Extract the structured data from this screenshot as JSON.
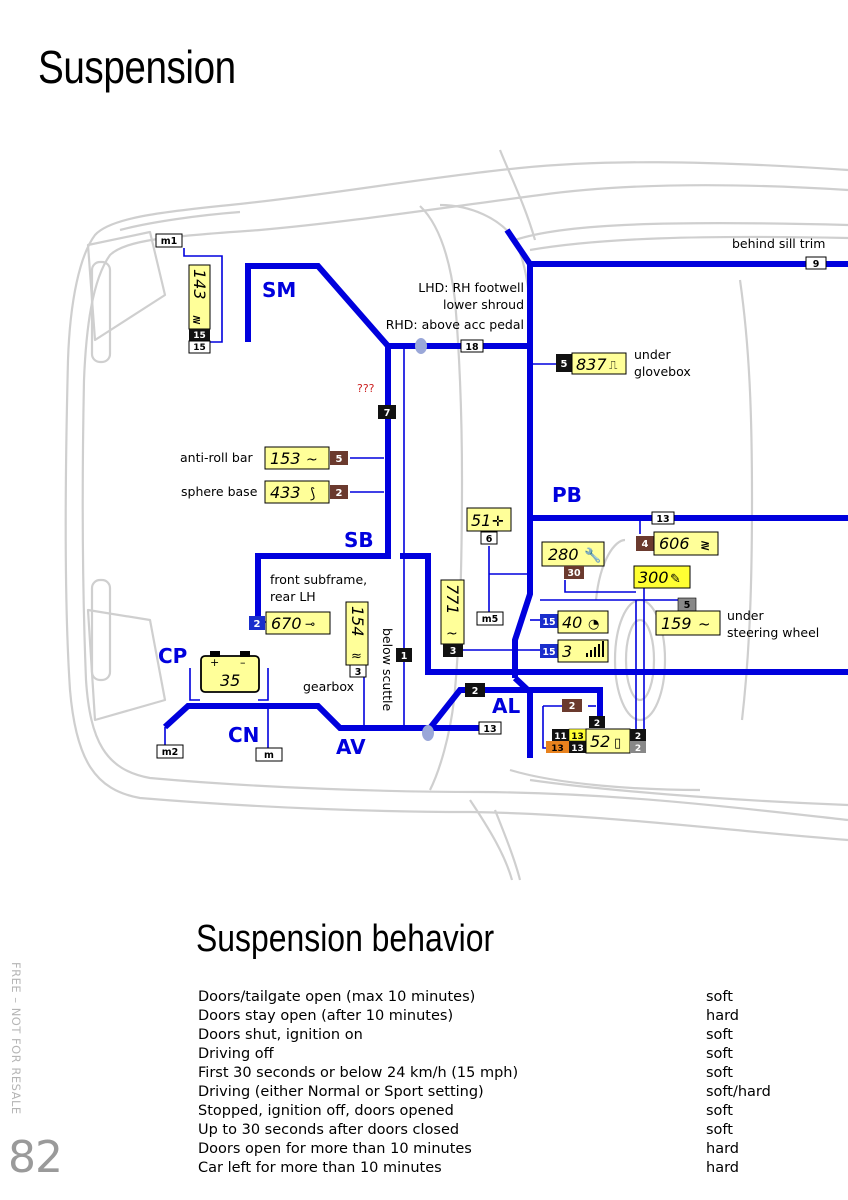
{
  "page": {
    "title": "Suspension",
    "section_title": "Suspension behavior",
    "side_text": "FREE – NOT FOR RESALE",
    "page_number": "82"
  },
  "diagram": {
    "labels": {
      "sm": "SM",
      "sb": "SB",
      "pb": "PB",
      "cp": "CP",
      "cn": "CN",
      "av": "AV",
      "al": "AL",
      "behind_sill": "behind sill trim",
      "lhd_1": "LHD: RH footwell",
      "lhd_2": "lower shroud",
      "rhd": "RHD: above acc pedal",
      "under_glovebox_1": "under",
      "under_glovebox_2": "glovebox",
      "qqq": "???",
      "anti_roll": "anti-roll bar",
      "sphere_base": "sphere base",
      "front_subframe_1": "front subframe,",
      "front_subframe_2": "rear LH",
      "gearbox": "gearbox",
      "below_scuttle": "below scuttle",
      "under_sw_1": "under",
      "under_sw_2": "steering wheel"
    },
    "connectors": {
      "m1": "m1",
      "m2": "m2",
      "m": "m",
      "m5": "m5",
      "c9": "9",
      "c18": "18",
      "c13_pb": "13",
      "c13_av": "13",
      "c7": "7",
      "c1": "1",
      "c2_al": "2",
      "c15": "15",
      "c15b": "15",
      "c6": "6",
      "c3": "3",
      "c5_grey": "5",
      "c2_dk": "2"
    },
    "components": {
      "c143": "143",
      "c837": "837",
      "c153": "153",
      "c433": "433",
      "c670": "670",
      "c154": "154",
      "c51": "51",
      "c280": "280",
      "c771": "771",
      "c606": "606",
      "c300": "300",
      "c159": "159",
      "c40": "40",
      "c3": "3",
      "c35": "35",
      "c52": "52"
    },
    "pins": {
      "p15a": "15",
      "p15b": "15",
      "p5_837": "5",
      "p5_153": "5",
      "p2_433": "2",
      "p2_670": "2",
      "p3_154": "3",
      "p30": "30",
      "p4_606": "4",
      "p15_40": "15",
      "p15_3": "15",
      "p3_771": "3",
      "p11": "11",
      "p13a": "13",
      "p13b": "13",
      "p13c": "13",
      "p2_52a": "2",
      "p2_52b": "2",
      "p2_al": "2"
    }
  },
  "behavior": [
    {
      "condition": "Doors/tailgate open (max 10 minutes)",
      "mode": "soft"
    },
    {
      "condition": "Doors stay open (after 10 minutes)",
      "mode": "hard"
    },
    {
      "condition": "Doors shut, ignition on",
      "mode": "soft"
    },
    {
      "condition": "Driving off",
      "mode": "soft"
    },
    {
      "condition": "First 30 seconds or below 24 km/h (15 mph)",
      "mode": "soft"
    },
    {
      "condition": "Driving (either Normal or Sport setting)",
      "mode": "soft/hard"
    },
    {
      "condition": "Stopped, ignition off, doors opened",
      "mode": "soft"
    },
    {
      "condition": "Up to 30 seconds after doors closed",
      "mode": "soft"
    },
    {
      "condition": "Doors open for more than 10 minutes",
      "mode": "hard"
    },
    {
      "condition": "Car left for more than 10 minutes",
      "mode": "hard"
    }
  ],
  "colors": {
    "wire": "#0000dd",
    "component_fill": "#ffff99",
    "car_outline": "#cfcfcf",
    "pin_black": "#111111",
    "pin_brown": "#6b3a2e",
    "pin_blue": "#1a2ecc",
    "pin_orange": "#e8821e",
    "pin_grey": "#888888"
  }
}
